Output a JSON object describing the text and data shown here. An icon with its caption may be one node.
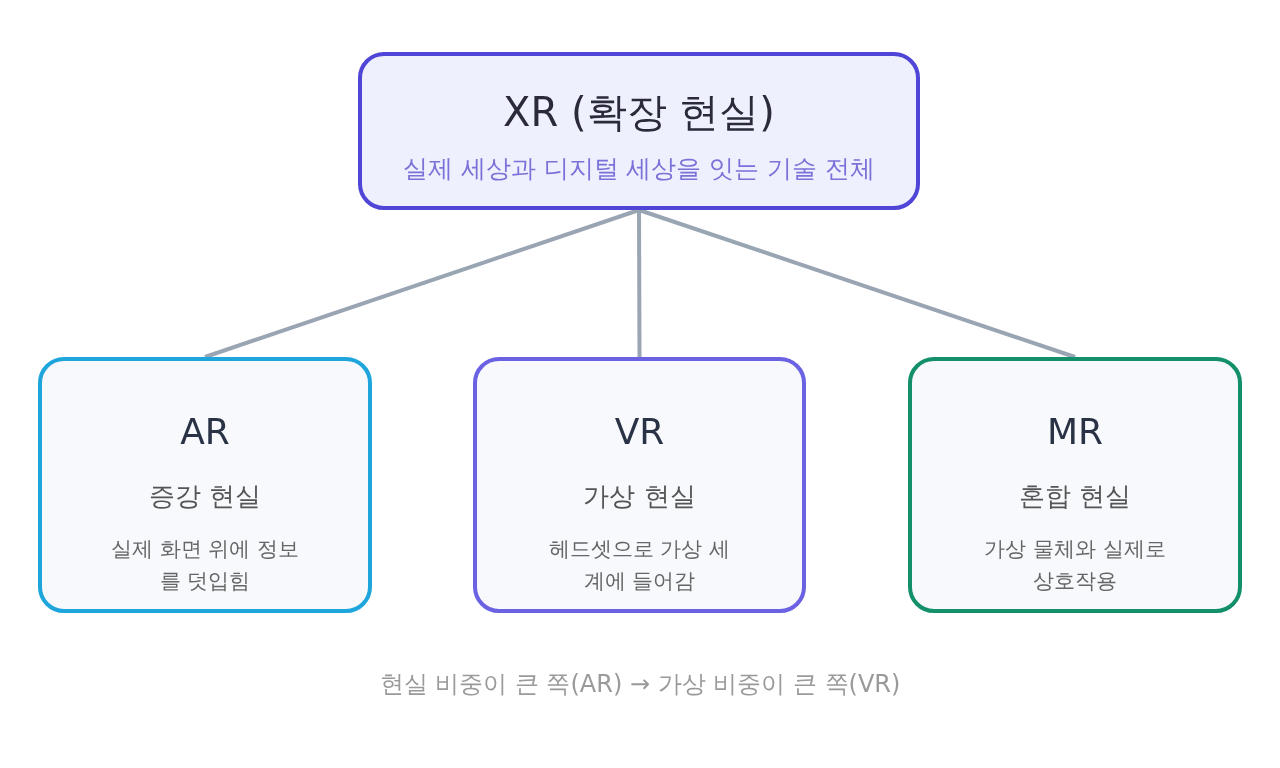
{
  "diagram": {
    "nodes": [
      {
        "text": [
          "XR (확장 현실)",
          "실제 세상과 디지털 세상을 잇는 기술 전체"
        ]
      },
      {
        "text": [
          "AR",
          "증강 현실",
          "실제 화면 위에 정보를 덧입힘"
        ]
      },
      {
        "text": [
          "VR",
          "가상 현실",
          "헤드셋으로 가상 세계에 들어감"
        ]
      },
      {
        "text": [
          "MR",
          "혼합 현실",
          "가상 물체와 실제로 상호작용"
        ]
      }
    ],
    "edges": [
      {
        "from": 0,
        "to": 1,
        "arrow": "none"
      },
      {
        "from": 0,
        "to": 2,
        "arrow": "none"
      },
      {
        "from": 0,
        "to": 3,
        "arrow": "none"
      }
    ],
    "labels": [
      "현실 비중이 큰 쪽(AR) → 가상 비중이 큰 쪽(VR)"
    ]
  }
}
